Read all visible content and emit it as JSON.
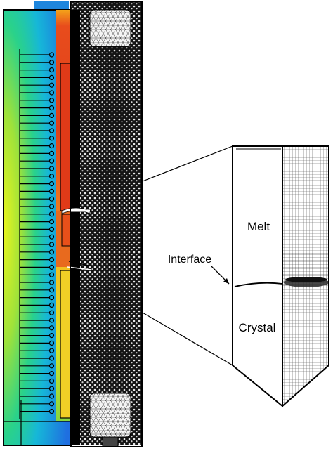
{
  "labels": {
    "melt": "Melt",
    "interface": "Interface",
    "crystal": "Crystal"
  },
  "colors": {
    "hot": "#d8321a",
    "warm": "#f26b1a",
    "mid": "#a6e22c",
    "cool": "#1f9fe6",
    "cold": "#2449c9",
    "heater_block": "#1336d6",
    "mesh_dark": "#000000",
    "mesh_light": "#ffffff"
  },
  "icons": {
    "furnace_cross_section": "furnace-cross-section-icon",
    "mesh_zoom": "crystal-mesh-zoom-icon"
  }
}
